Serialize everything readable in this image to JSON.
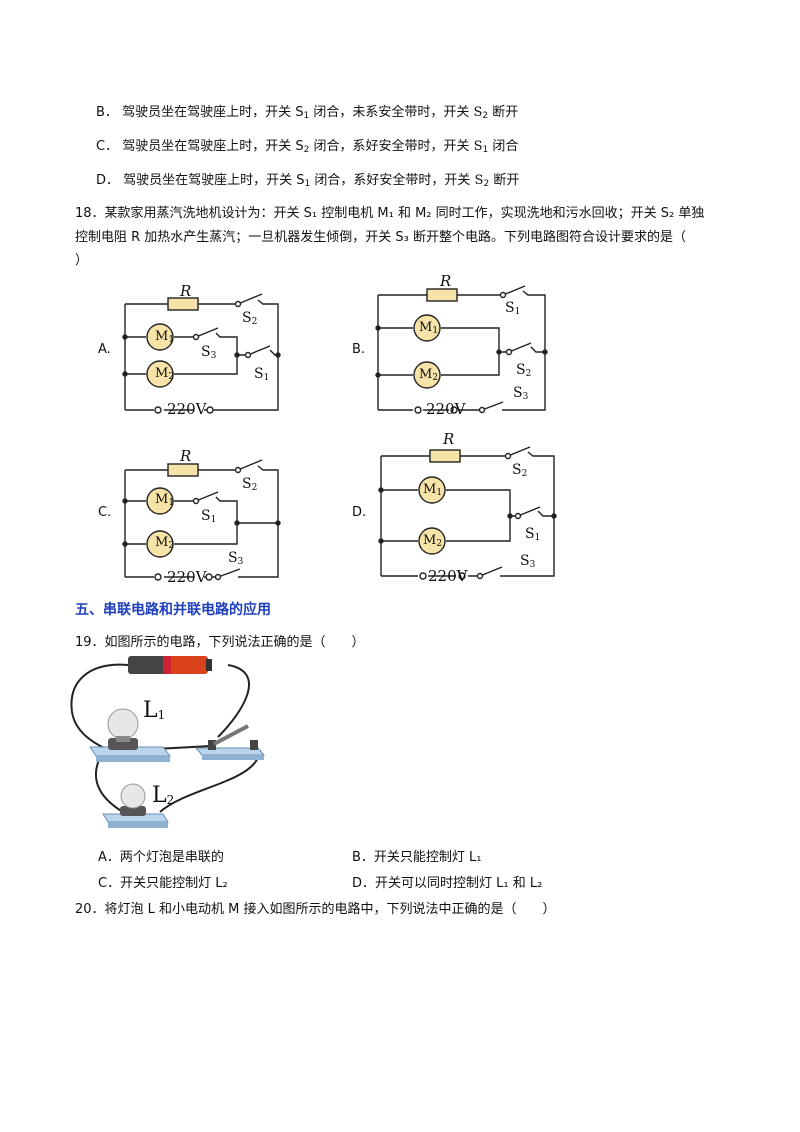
{
  "q17": {
    "optB": {
      "letter": "B．",
      "t1": "驾驶员坐在驾驶座上时，开关 S",
      "s1": "1",
      "t2": " 闭合，未系安全带时，开关 ",
      "sw": "S",
      "s2": "2",
      "t3": " 断开"
    },
    "optC": {
      "letter": "C．",
      "t1": "驾驶员坐在驾驶座上时，开关 S",
      "s1": "2",
      "t2": " 闭合，系好安全带时，开关 ",
      "sw": "S",
      "s2": "1",
      "t3": " 闭合"
    },
    "optD": {
      "letter": "D．",
      "t1": "驾驶员坐在驾驶座上时，开关 S",
      "s1": "1",
      "t2": " 闭合，系好安全带时，开关 ",
      "sw": "S",
      "s2": "2",
      "t3": " 断开"
    }
  },
  "q18": {
    "line1": "18．某款家用蒸汽洗地机设计为：开关 S₁ 控制电机 M₁ 和 M₂ 同时工作，实现洗地和污水回收；开关 S₂ 单独",
    "line2": "控制电阻 R 加热水产生蒸汽；一旦机器发生倾倒，开关 S₃ 断开整个电路。下列电路图符合设计要求的是（",
    "line3": "）",
    "labels": [
      "A.",
      "B.",
      "C.",
      "D."
    ],
    "R": "R",
    "M": "M",
    "S": "S",
    "voltage": "220V",
    "n1": "1",
    "n2": "2",
    "n3": "3"
  },
  "section5": {
    "title": "五、串联电路和并联电路的应用"
  },
  "q19": {
    "stem": "19．如图所示的电路，下列说法正确的是（　　）",
    "L": "L",
    "n1": "1",
    "n2": "2",
    "optA": "A．两个灯泡是串联的",
    "optB": "B．开关只能控制灯 L₁",
    "optC": "C．开关只能控制灯 L₂",
    "optD": "D．开关可以同时控制灯 L₁ 和 L₂"
  },
  "q20": {
    "stem": "20．将灯泡 L 和小电动机 M 接入如图所示的电路中，下列说法中正确的是（　　）"
  },
  "colors": {
    "heading": "#1f3fbf",
    "resistor": "#f6e3a8",
    "motor": "#f6e3a8",
    "battery_red": "#d9421c",
    "battery_dark": "#333333",
    "base": "#b9d4ec"
  }
}
